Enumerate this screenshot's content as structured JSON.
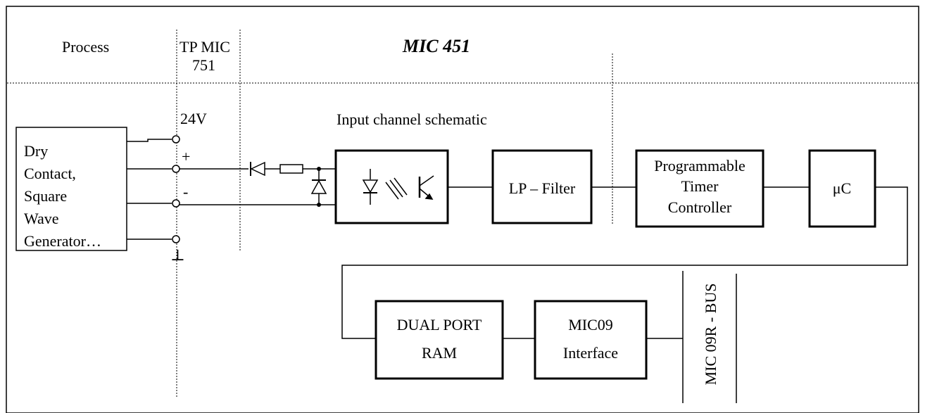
{
  "header": {
    "process": "Process",
    "tp_line1": "TP MIC",
    "tp_line2": "751",
    "title": "MIC 451"
  },
  "source_box": {
    "lines": [
      "Dry",
      "Contact,",
      "Square",
      "Wave",
      "Generator…"
    ]
  },
  "terminals": {
    "voltage": "24V",
    "plus": "+",
    "minus": "-",
    "ground": "⊥"
  },
  "schematic_label": "Input channel schematic",
  "blocks": {
    "filter": "LP – Filter",
    "timer": [
      "Programmable",
      "Timer",
      "Controller"
    ],
    "micro": "μC",
    "ram": [
      "DUAL PORT",
      "RAM"
    ],
    "interface": [
      "MIC09",
      "Interface"
    ],
    "bus": "MIC 09R - BUS"
  }
}
